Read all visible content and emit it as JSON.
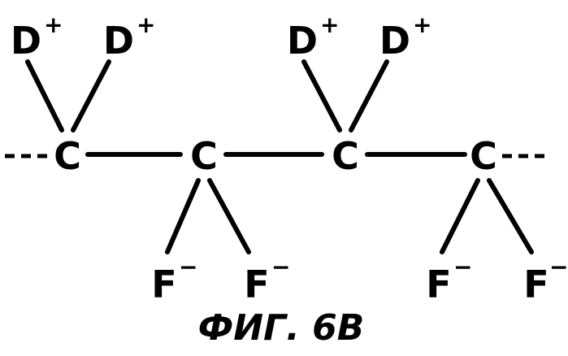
{
  "atoms": {
    "backbone": [
      "C",
      "C",
      "C",
      "C"
    ],
    "top_substituents": [
      "D",
      "D",
      "D",
      "D"
    ],
    "bottom_substituents": [
      "F",
      "F",
      "F",
      "F"
    ]
  },
  "charges": {
    "top": [
      "+",
      "+",
      "+",
      "+"
    ],
    "bottom": [
      "−",
      "−",
      "−",
      "−"
    ]
  },
  "caption": "ФИГ. 6B"
}
